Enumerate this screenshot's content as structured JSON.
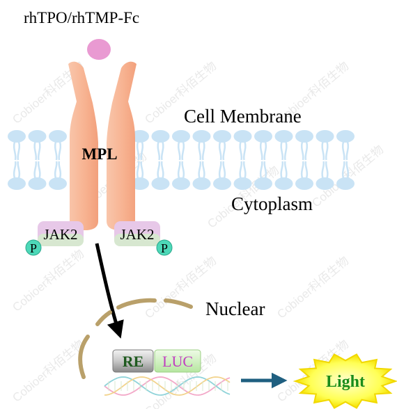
{
  "labels": {
    "ligand": "rhTPO/rhTMP-Fc",
    "membrane": "Cell Membrane",
    "cytoplasm": "Cytoplasm",
    "receptor": "MPL",
    "jak_left": "JAK2",
    "jak_right": "JAK2",
    "phospho_left": "P",
    "phospho_right": "P",
    "nuclear": "Nuclear",
    "response_element": "RE",
    "reporter": "LUC",
    "output": "Light",
    "watermark": "Cobioer科佰生物"
  },
  "colors": {
    "ligand": "#e99ad2",
    "receptor": "#f7b18f",
    "membrane": "#c9e3f5",
    "jak": "#e7c8e8",
    "phospho": "#4dd8b8",
    "nucleus": "#b9a06a",
    "re_box": "#bdbdbd",
    "re_text": "#1f5a1f",
    "luc_box": "#c9efb8",
    "luc_text": "#c040c0",
    "arrow": "#1f5f80",
    "light": "#ffff4d",
    "light_text": "#1a8c1a"
  }
}
